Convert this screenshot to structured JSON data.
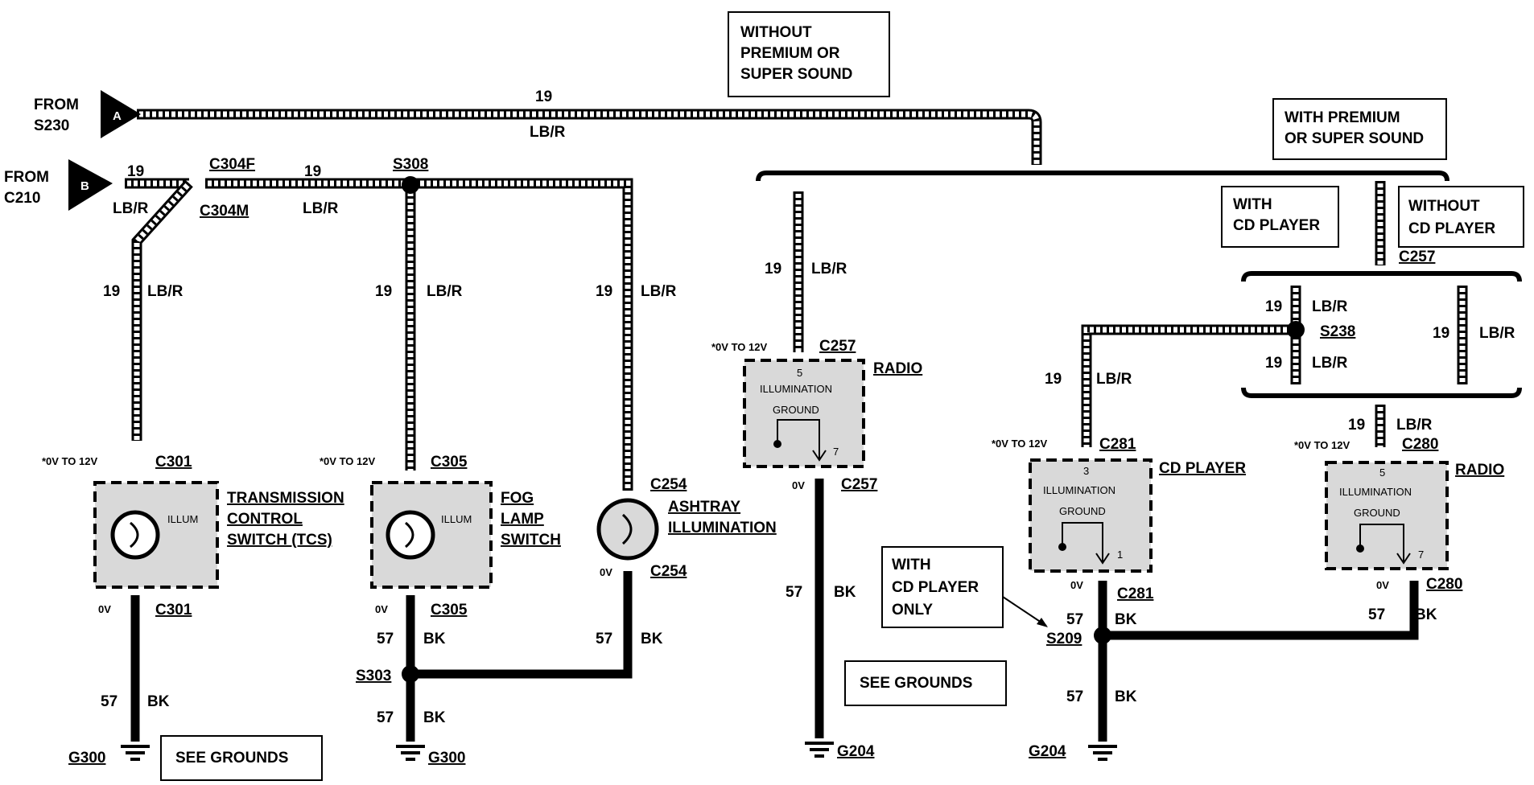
{
  "notes": {
    "without_premium": [
      "WITHOUT",
      "PREMIUM OR",
      "SUPER SOUND"
    ],
    "with_premium": [
      "WITH PREMIUM",
      "OR SUPER SOUND"
    ],
    "with_cd": [
      "WITH",
      "CD PLAYER"
    ],
    "without_cd": [
      "WITHOUT",
      "CD PLAYER"
    ],
    "with_cd_only": [
      "WITH",
      "CD PLAYER",
      "ONLY"
    ],
    "see_grounds": "SEE GROUNDS"
  },
  "sources": {
    "a": {
      "from": "FROM",
      "id": "S230",
      "letter": "A"
    },
    "b": {
      "from": "FROM",
      "id": "C210",
      "letter": "B"
    }
  },
  "wire": {
    "circuit_19": "19",
    "color_lbr": "LB/R",
    "circuit_57": "57",
    "color_bk": "BK"
  },
  "connectors": {
    "c304f": "C304F",
    "c304m": "C304M",
    "s308": "S308",
    "c301": "C301",
    "c305": "C305",
    "c254": "C254",
    "s303": "S303",
    "g300": "G300",
    "c257": "C257",
    "g204": "G204",
    "s238": "S238",
    "c281": "C281",
    "c280": "C280",
    "s209": "S209"
  },
  "voltages": {
    "range": "*0V TO 12V",
    "zero": "0V"
  },
  "components": {
    "tcs": [
      "TRANSMISSION",
      "CONTROL",
      "SWITCH (TCS)"
    ],
    "fog": [
      "FOG",
      "LAMP",
      "SWITCH"
    ],
    "ashtray": [
      "ASHTRAY",
      "ILLUMINATION"
    ],
    "radio": "RADIO",
    "cd_player": "CD PLAYER",
    "illum": "ILLUM",
    "illumination": "ILLUMINATION",
    "ground": "GROUND"
  },
  "pins": {
    "p5": "5",
    "p7": "7",
    "p3": "3",
    "p1": "1"
  }
}
